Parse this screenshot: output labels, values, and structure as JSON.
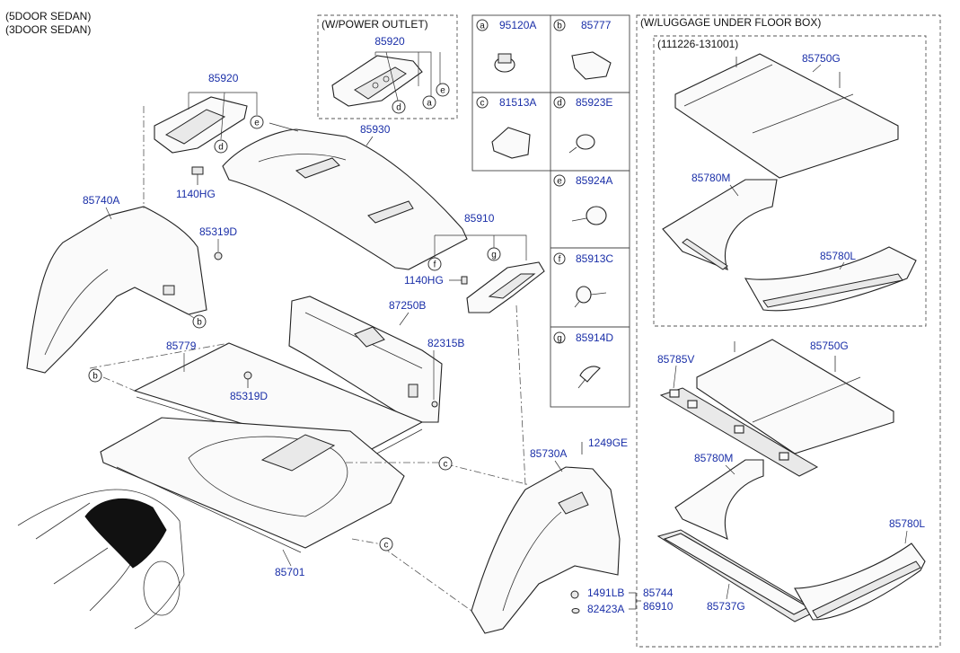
{
  "header": {
    "line1": "(5DOOR SEDAN)",
    "line2": "(3DOOR SEDAN)"
  },
  "power_outlet_box": {
    "title": "(W/POWER OUTLET)",
    "part": "85920"
  },
  "luggage_box": {
    "title": "(W/LUGGAGE  UNDER FLOOR BOX)",
    "date_range": "(111226-131001)"
  },
  "legend": [
    {
      "key": "a",
      "part": "95120A"
    },
    {
      "key": "b",
      "part": "85777"
    },
    {
      "key": "c",
      "part": "81513A"
    },
    {
      "key": "d",
      "part": "85923E"
    },
    {
      "key": "e",
      "part": "85924A"
    },
    {
      "key": "f",
      "part": "85913C"
    },
    {
      "key": "g",
      "part": "85914D"
    }
  ],
  "labels": {
    "p85920": "85920",
    "p85930": "85930",
    "p1140hg_a": "1140HG",
    "p85740a": "85740A",
    "p85319d_a": "85319D",
    "p85910": "85910",
    "p1140hg_b": "1140HG",
    "p87250b": "87250B",
    "p82315b": "82315B",
    "p85779": "85779",
    "p85319d_b": "85319D",
    "p85730a": "85730A",
    "p1249ge": "1249GE",
    "p85701": "85701",
    "p1491lb": "1491LB",
    "p82423a": "82423A",
    "p85744": "85744",
    "p86910": "86910",
    "p85750g_a": "85750G",
    "p85780m_a": "85780M",
    "p85780l_a": "85780L",
    "p85785v": "85785V",
    "p85750g_b": "85750G",
    "p85780m_b": "85780M",
    "p85780l_b": "85780L",
    "p85737g": "85737G"
  },
  "callouts": {
    "a": "a",
    "b": "b",
    "c": "c",
    "d": "d",
    "e": "e",
    "f": "f",
    "g": "g"
  }
}
